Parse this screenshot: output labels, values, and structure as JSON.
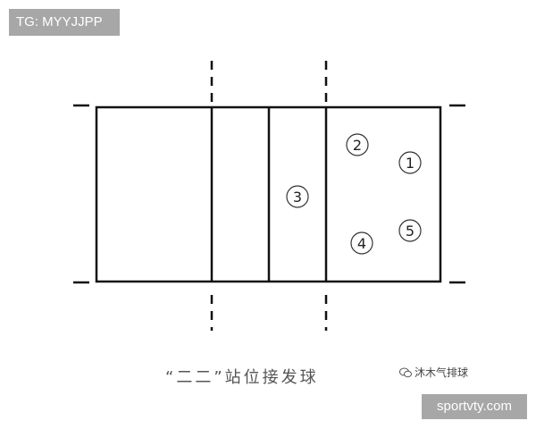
{
  "watermark_top": "TG: MYYJJPP",
  "caption": "“二二”站位接发球",
  "logo_text": "沐木气排球",
  "watermark_bottom": "sportvty.com",
  "players": [
    {
      "label": "1"
    },
    {
      "label": "2"
    },
    {
      "label": "3"
    },
    {
      "label": "4"
    },
    {
      "label": "5"
    }
  ],
  "colors": {
    "line": "#111111",
    "badge": "#a7a7a7"
  }
}
